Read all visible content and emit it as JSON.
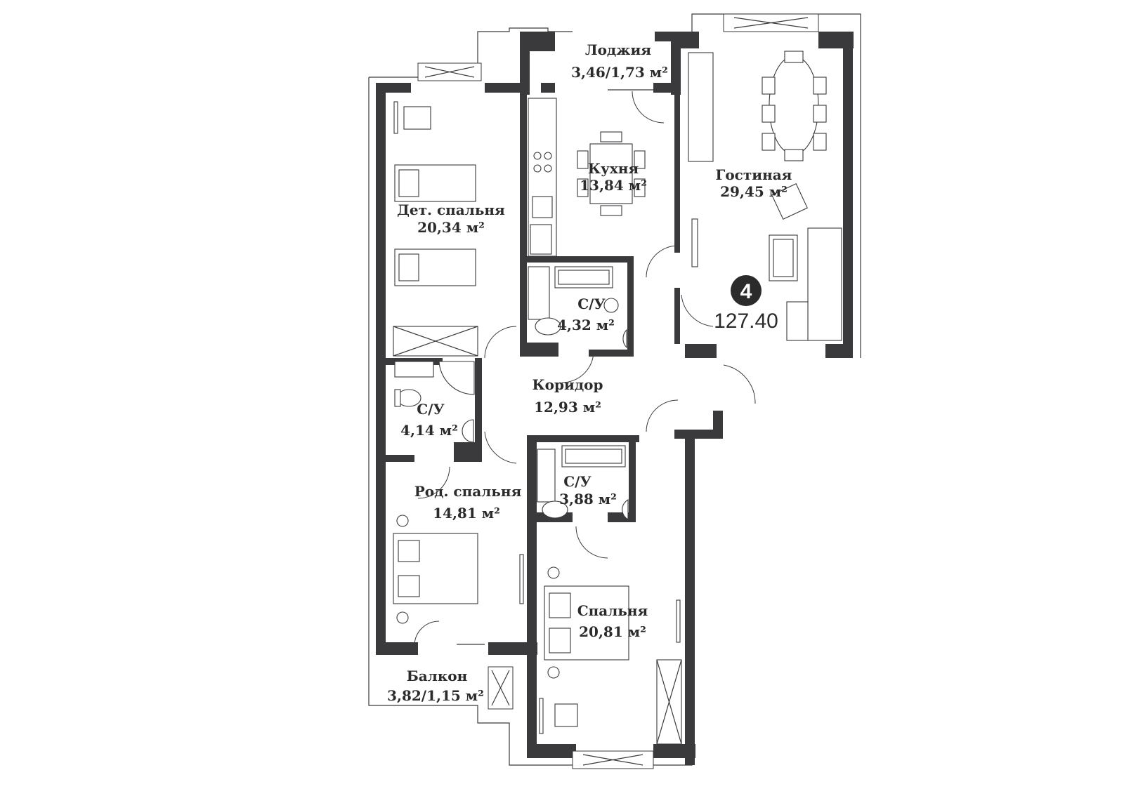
{
  "apartment": {
    "rooms_count": "4",
    "total_area": "127.40"
  },
  "rooms": [
    {
      "id": "loggia",
      "name": "Лоджия",
      "area": "3,46/1,73 м²"
    },
    {
      "id": "kitchen",
      "name": "Кухня",
      "area": "13,84 м²"
    },
    {
      "id": "living",
      "name": "Гостиная",
      "area": "29,45 м²"
    },
    {
      "id": "kids-bedroom",
      "name": "Дет. спальня",
      "area": "20,34 м²"
    },
    {
      "id": "bath-1",
      "name": "С/У",
      "area": "4,32 м²"
    },
    {
      "id": "bath-2",
      "name": "С/У",
      "area": "4,14 м²"
    },
    {
      "id": "corridor",
      "name": "Коридор",
      "area": "12,93 м²"
    },
    {
      "id": "parents-bedroom",
      "name": "Род. спальня",
      "area": "14,81 м²"
    },
    {
      "id": "bath-3",
      "name": "С/У",
      "area": "3,88 м²"
    },
    {
      "id": "bedroom",
      "name": "Спальня",
      "area": "20,81 м²"
    },
    {
      "id": "balcony",
      "name": "Балкон",
      "area": "3,82/1,15 м²"
    }
  ],
  "colors": {
    "wall": "#3a3a3c",
    "text": "#2b2b2b",
    "background": "#ffffff"
  }
}
